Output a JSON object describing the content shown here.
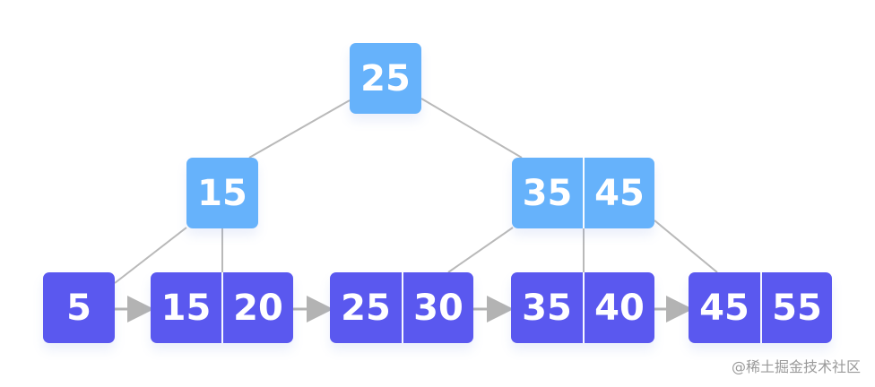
{
  "diagram": {
    "root": {
      "keys": [
        "25"
      ]
    },
    "internal": [
      {
        "keys": [
          "15"
        ]
      },
      {
        "keys": [
          "35",
          "45"
        ]
      }
    ],
    "leaves": [
      {
        "keys": [
          "5"
        ]
      },
      {
        "keys": [
          "15",
          "20"
        ]
      },
      {
        "keys": [
          "25",
          "30"
        ]
      },
      {
        "keys": [
          "35",
          "40"
        ]
      },
      {
        "keys": [
          "45",
          "55"
        ]
      }
    ],
    "colors": {
      "internal_node": "#66b2fb",
      "leaf_node": "#5a58ef",
      "edge": "#b9b9b9",
      "leaf_link_arrow": "#b3b3b3",
      "text": "#ffffff"
    }
  },
  "watermark": "@稀土掘金技术社区"
}
